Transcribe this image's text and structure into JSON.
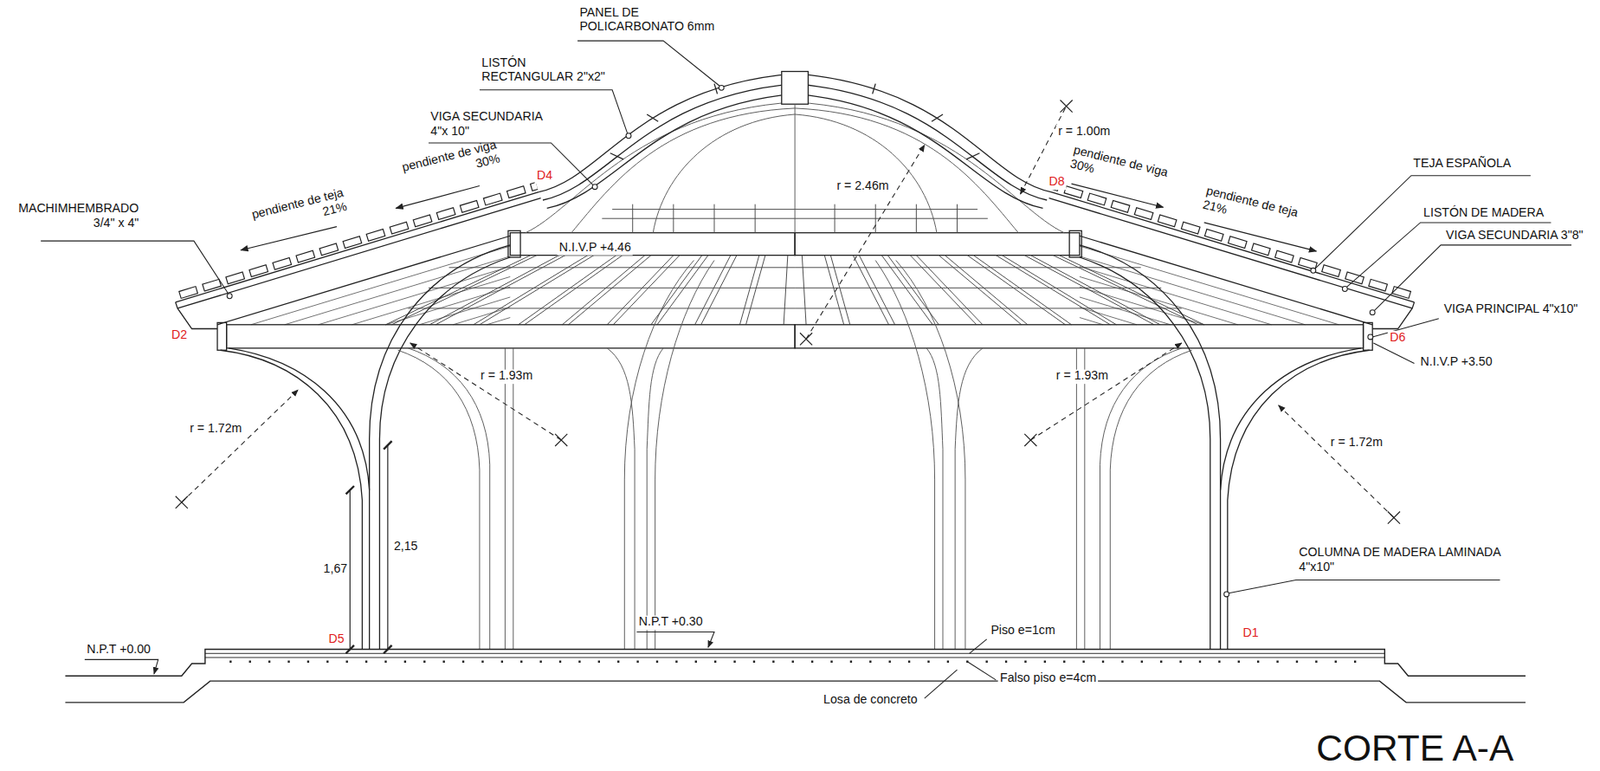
{
  "diagram": {
    "title": "CORTE A-A",
    "labels": [
      "PANEL DE POLICARBONATO 6mm",
      "LISTÓN RECTANGULAR 2\"x2\"",
      "VIGA SECUNDARIA 4\"x 10\"",
      "MACHIMHEMBRADO 3/4\" x 4\"",
      "pendiente de teja 21%",
      "pendiente de viga 30%",
      "D4",
      "N.I.V.P +4.46",
      "r = 2.46m",
      "r = 1.00m",
      "D8",
      "pendiente de viga 30%",
      "TEJA ESPAÑOLA",
      "pendiente de teja 21%",
      "LISTÓN DE MADERA",
      "VIGA SECUNDARIA 3\"8\"",
      "D2",
      "D6",
      "VIGA PRINCIPAL 4\"x10\"",
      "N.I.V.P +3.50",
      "r = 1.93m",
      "r = 1.93m",
      "r = 1.72m",
      "r = 1.72m",
      "2,15",
      "1,67",
      "COLUMNA DE MADERA LAMINADA 4\"x10\"",
      "N.P.T +0.30",
      "Piso e=1cm",
      "D5",
      "D1",
      "N.P.T +0.00",
      "Falso piso e=4cm",
      "Losa de concreto"
    ]
  }
}
